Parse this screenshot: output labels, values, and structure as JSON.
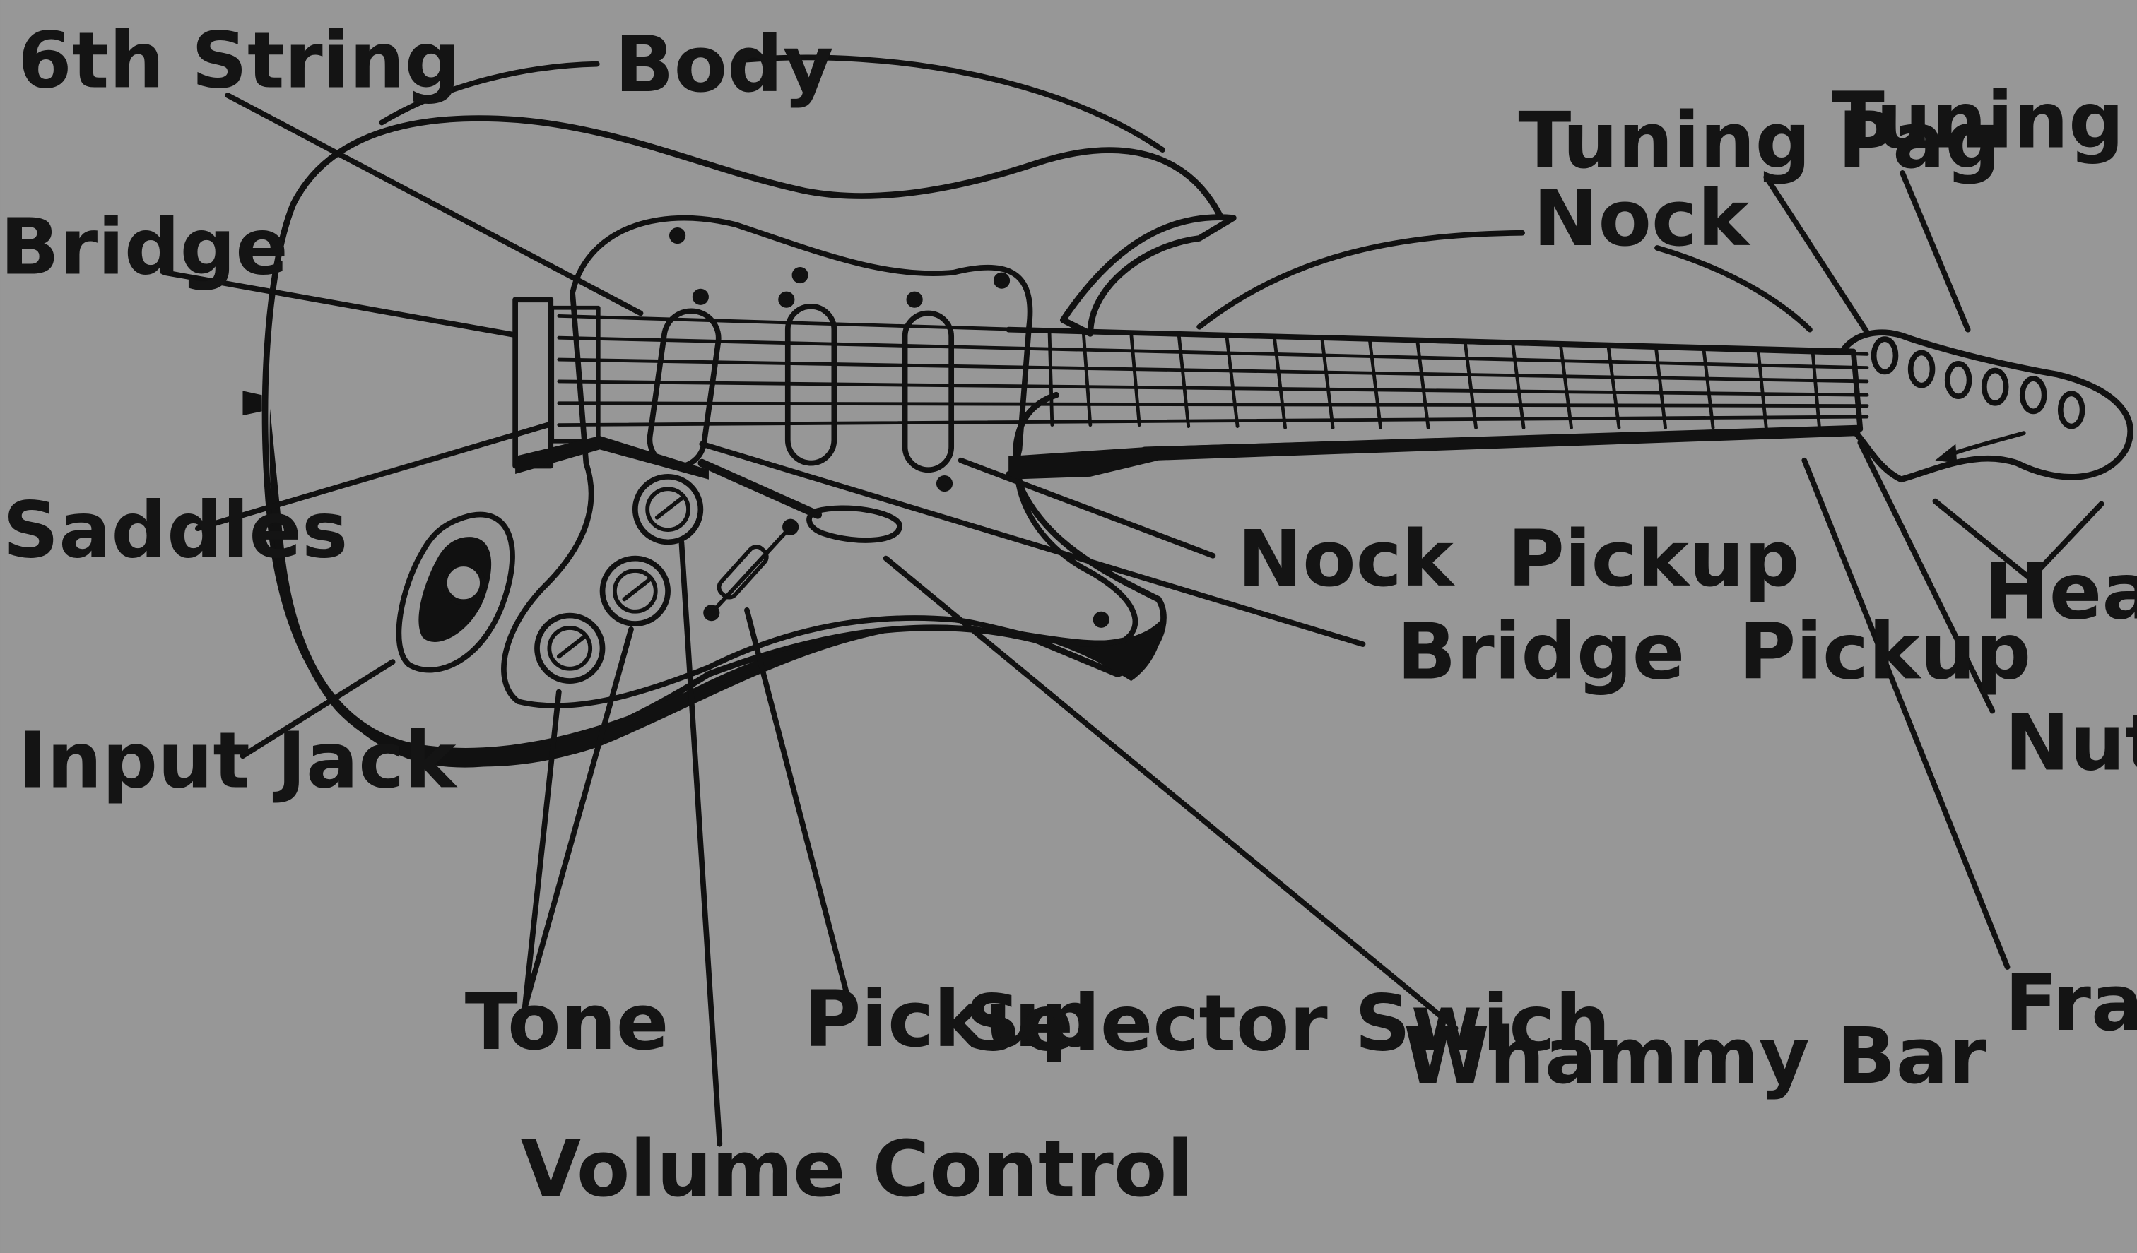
{
  "colors": {
    "background": "#979797",
    "ink": "#111111"
  },
  "labels": {
    "body": "Body",
    "sixth_string": "6th String",
    "bridge": "Bridge",
    "saddles": "Saddles",
    "input_jack": "Input Jack",
    "tone": "Tone",
    "volume_control": "Volume Control",
    "pickup": "Pickup",
    "selector_switch": "Selector Swich",
    "whammy_bar": "Whammy Bar",
    "nock_pickup": "Nock  Pickup",
    "bridge_pickup": "Bridge  Pickup",
    "tuning_pag": "Tuning Pag",
    "tuning_key": "Tuning Key",
    "nock": "Nock",
    "head": "Head",
    "nut": "Nut",
    "frat": "Frat"
  }
}
